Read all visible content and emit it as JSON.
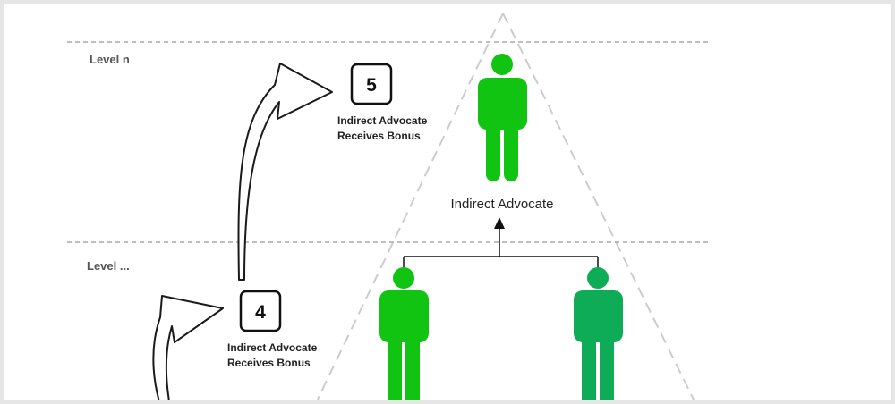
{
  "levels": [
    {
      "label": "Level n"
    },
    {
      "label": "Level ..."
    }
  ],
  "steps": [
    {
      "number": "5",
      "caption_line1": "Indirect Advocate",
      "caption_line2": "Receives Bonus"
    },
    {
      "number": "4",
      "caption_line1": "Indirect Advocate",
      "caption_line2": "Receives Bonus"
    }
  ],
  "nodes": {
    "top_label": "Indirect Advocate"
  },
  "colors": {
    "person_bright": "#11c411",
    "person_teal": "#0fac57",
    "dashed_line": "#aaaaaa",
    "triangle_line": "#cccccc",
    "text": "#222222"
  },
  "icons": [
    "person-icon",
    "curved-arrow-icon",
    "arrow-up-icon"
  ]
}
